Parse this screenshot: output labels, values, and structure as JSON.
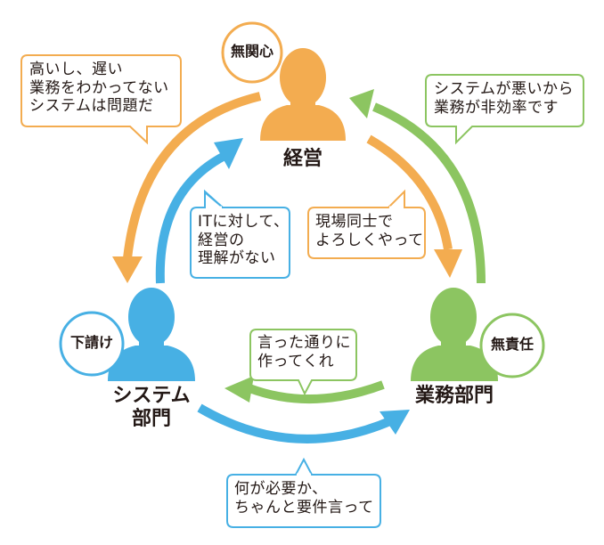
{
  "colors": {
    "orange": "#f3ac50",
    "blue": "#47b0e4",
    "green": "#8cc561",
    "text": "#231815"
  },
  "actors": {
    "management": {
      "label": "経営",
      "badge": "無関心",
      "color_key": "orange"
    },
    "system": {
      "label": "システム\n部門",
      "badge": "下請け",
      "color_key": "blue"
    },
    "business": {
      "label": "業務部門",
      "badge": "無責任",
      "color_key": "green"
    }
  },
  "bubbles": {
    "management_to_system": {
      "text": "高いし、遅い\n業務をわかってない\nシステムは問題だ",
      "color_key": "orange"
    },
    "business_to_management": {
      "text": "システムが悪いから\n業務が非効率です",
      "color_key": "green"
    },
    "system_to_management": {
      "text": "ITに対して、\n経営の\n理解がない",
      "color_key": "blue"
    },
    "management_to_business": {
      "text": "現場同士で\nよろしくやって",
      "color_key": "orange"
    },
    "business_to_system": {
      "text": "言った通りに\n作ってくれ",
      "color_key": "green"
    },
    "system_to_business": {
      "text": "何が必要か、\nちゃんと要件言って",
      "color_key": "blue"
    }
  },
  "arrows": [
    {
      "from": "management",
      "to": "system",
      "color_key": "orange"
    },
    {
      "from": "system",
      "to": "management",
      "color_key": "blue"
    },
    {
      "from": "management",
      "to": "business",
      "color_key": "orange"
    },
    {
      "from": "business",
      "to": "management",
      "color_key": "green"
    },
    {
      "from": "business",
      "to": "system",
      "color_key": "green"
    },
    {
      "from": "system",
      "to": "business",
      "color_key": "blue"
    }
  ]
}
